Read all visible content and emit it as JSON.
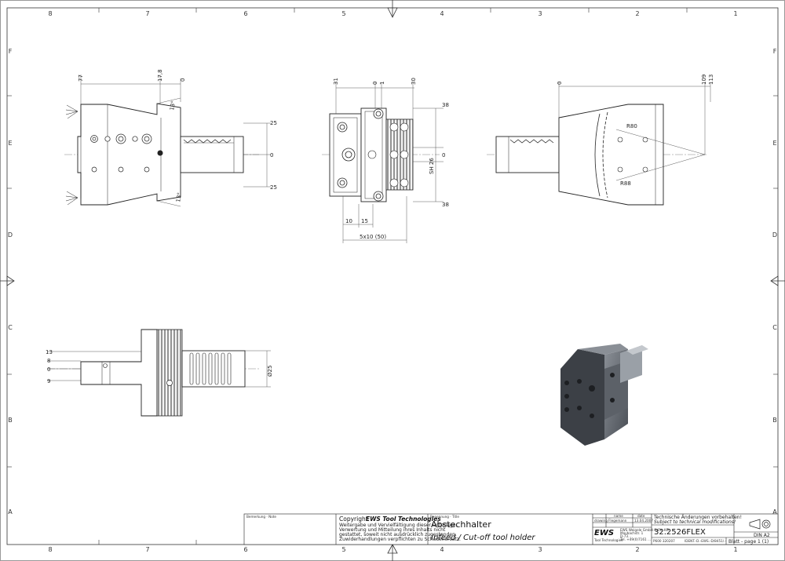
{
  "zones": {
    "columns": [
      "8",
      "7",
      "6",
      "5",
      "4",
      "3",
      "2",
      "1"
    ],
    "rows": [
      "F",
      "E",
      "D",
      "C",
      "B",
      "A"
    ]
  },
  "dimensions": {
    "front": {
      "d77": "77",
      "d17_8": "17,8",
      "d0": "0",
      "ang_top": "13°",
      "ang_bot": "13°",
      "d25_top": "25",
      "d0_right": "0",
      "d25_bot": "25"
    },
    "side": {
      "d31": "31",
      "d0": "0",
      "d1": "1",
      "d30": "30",
      "d38_top": "38",
      "d0_right": "0",
      "sh26": "SH 26",
      "d38_bot": "38",
      "d10": "10",
      "d15": "15",
      "d5x10": "5x10 (50)"
    },
    "rear": {
      "d0": "0",
      "d109": "109",
      "d113": "113",
      "r80": "R80",
      "r88": "R88"
    },
    "top": {
      "d13": "13",
      "d8": "8",
      "d0": "0",
      "d9": "9",
      "dia25": "Ø25"
    }
  },
  "title_block": {
    "remark_label": "Bemerkung · Note",
    "copyright": "Copyright",
    "company": "EWS Tool Technologies",
    "copy_lines": [
      "Weitergabe und Vervielfältigung dieser Unterlage,",
      "Verwertung und Mitteilung ihres Inhalts nicht",
      "gestattet, soweit nicht ausdrücklich zugestanden.",
      "Zuwiderhandlungen verpflichten zu Schadenersatz."
    ],
    "designation_label": "Benennung · Title",
    "title_de": "Abstechhalter",
    "title_en": "Infeed / Cut-off tool holder",
    "name_header": "name",
    "date_header": "date",
    "drawing_label": "drawing",
    "drawn_by": "Flegemann",
    "date": "13.04.2007",
    "logo": "EWS",
    "logo_sub": "Tool Technologies",
    "addr_lines": [
      "EWS Weigele GmbH & Co. KG",
      "Maybachstr. 1",
      "D-73...",
      "Tel. +49(0)7161 ..."
    ],
    "changes_de": "Technische Änderungen vorbehalten!",
    "changes_en": "Subject to technical modifications!",
    "part_number": "32.2526FLEX",
    "format": "DIN A2",
    "proj_number": "P600 320207",
    "ident": "IDENT.-D.-EWS.-D/8451/.-",
    "sheet": "Blatt - page  1 (1)"
  }
}
